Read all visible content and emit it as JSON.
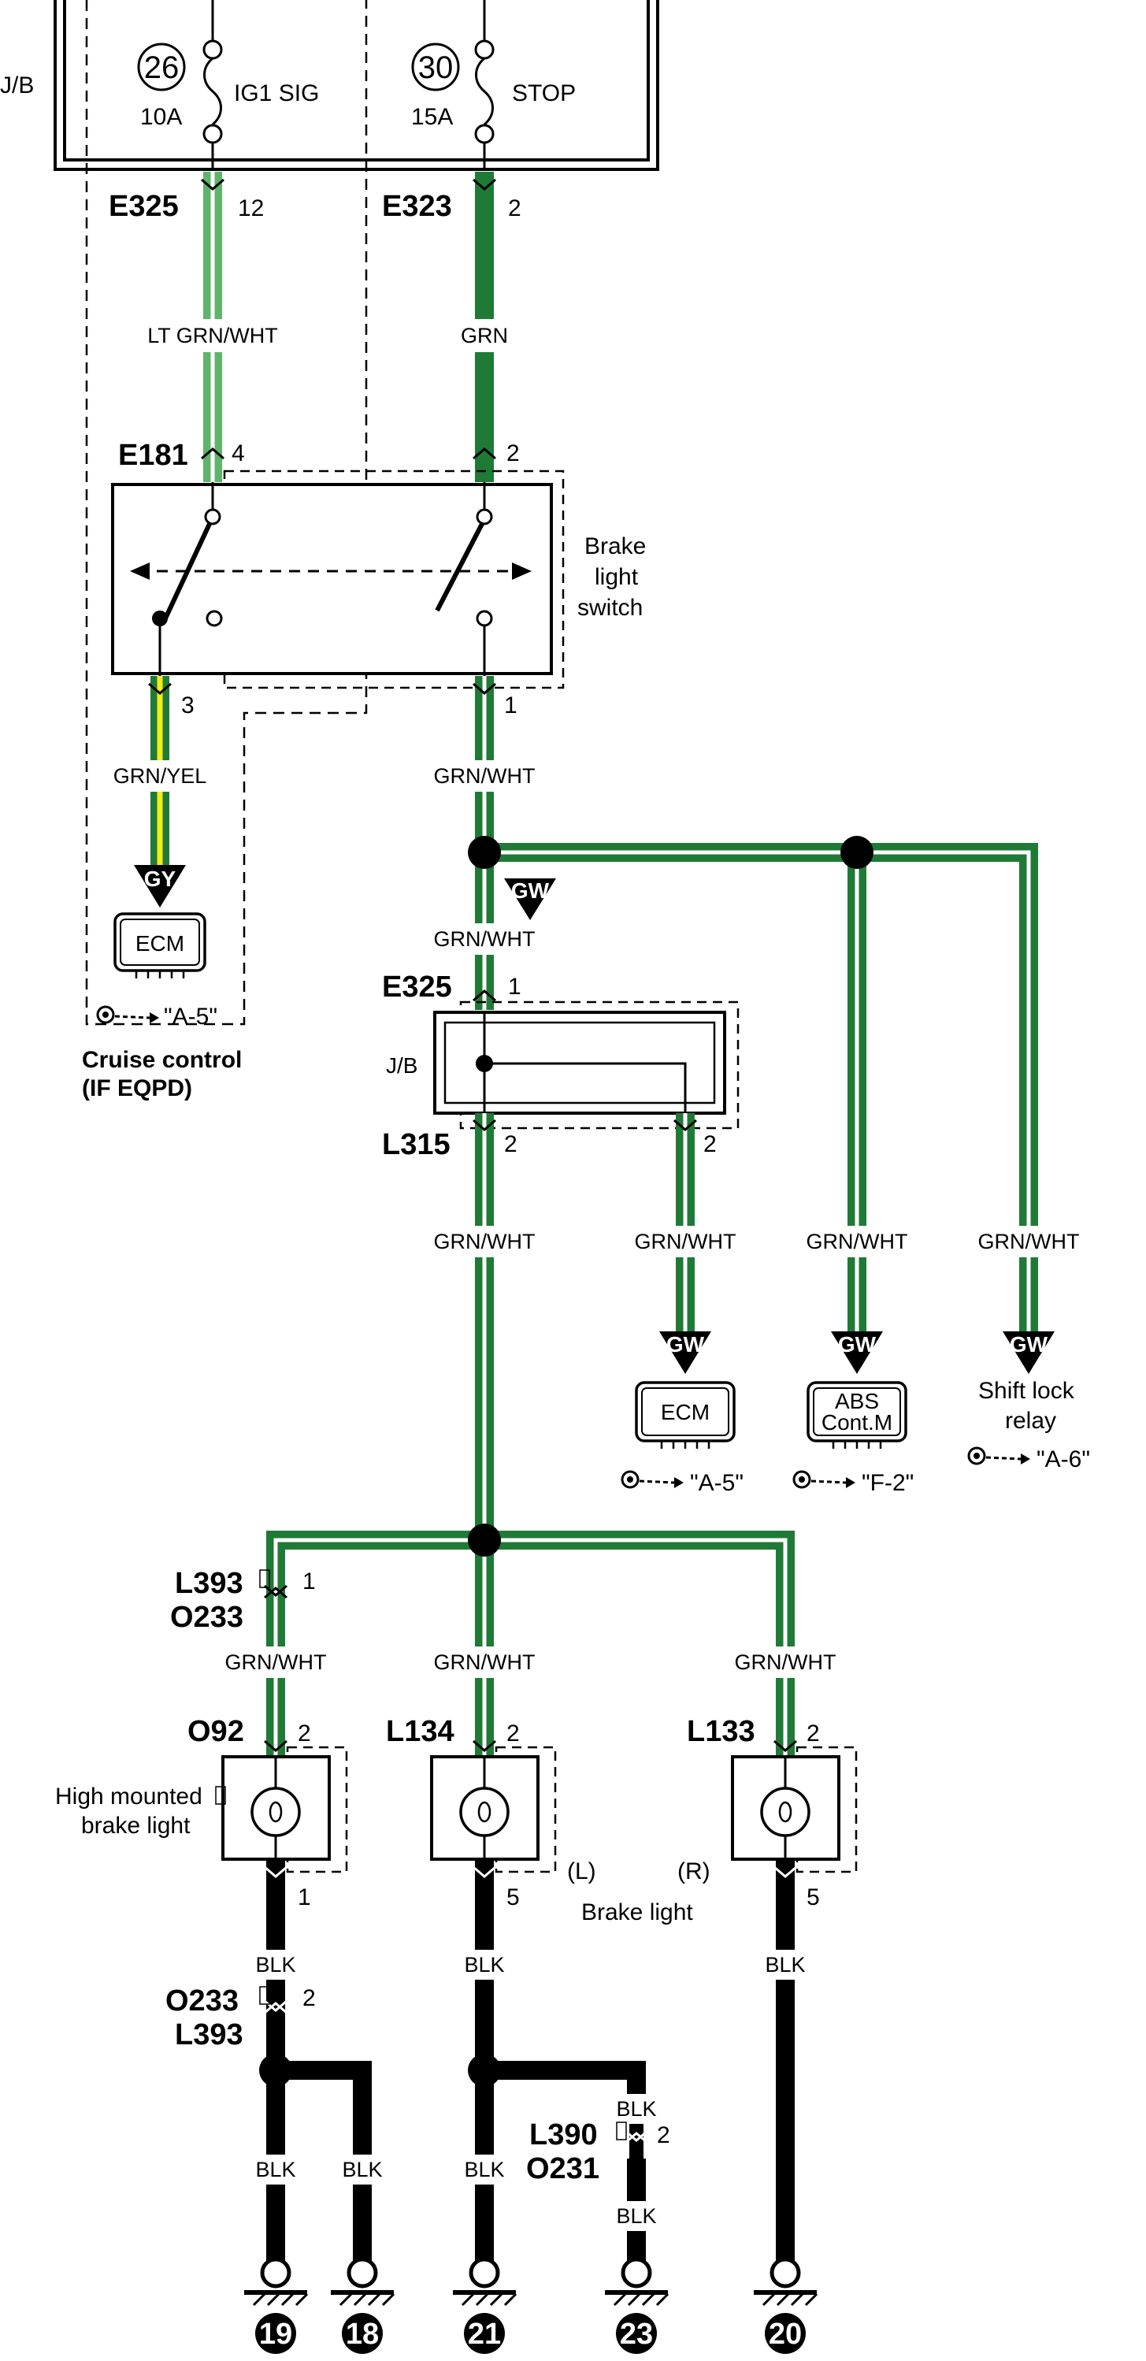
{
  "colors": {
    "wire_green": "#1f7a36",
    "wire_lt_green": "#5fb36a",
    "wire_yellow": "#f4ec18",
    "wire_black": "#000000",
    "background": "#ffffff"
  },
  "junction_block": {
    "label": "J/B"
  },
  "fuses": [
    {
      "number": "26",
      "rating": "10A",
      "name": "IG1 SIG"
    },
    {
      "number": "30",
      "rating": "15A",
      "name": "STOP"
    }
  ],
  "connectors": {
    "E325_top": {
      "id": "E325",
      "pin": "12"
    },
    "E323": {
      "id": "E323",
      "pin": "2"
    },
    "E181": {
      "id": "E181",
      "pin_left": "4",
      "pin_right": "2",
      "pin_bottom_left": "3",
      "pin_bottom_right": "1"
    },
    "E325_mid": {
      "id": "E325",
      "pin": "1"
    },
    "L315": {
      "id": "L315",
      "pin_left": "2",
      "pin_right": "2"
    },
    "L393_top": {
      "id": "L393",
      "pin": "1",
      "pair": "O233"
    },
    "O92": {
      "id": "O92",
      "pin_top": "2",
      "pin_bottom": "1"
    },
    "L134": {
      "id": "L134",
      "pin_top": "2",
      "pin_bottom": "5"
    },
    "L133": {
      "id": "L133",
      "pin_top": "2",
      "pin_bottom": "5"
    },
    "O233_bottom": {
      "id": "O233",
      "pin": "2",
      "pair": "L393"
    },
    "L390": {
      "id": "L390",
      "pin": "2",
      "pair": "O231"
    }
  },
  "wires": {
    "lt_grn_wht": "LT GRN/WHT",
    "grn": "GRN",
    "grn_yel": "GRN/YEL",
    "grn_wht": "GRN/WHT",
    "blk": "BLK"
  },
  "components": {
    "brake_light_switch": [
      "Brake",
      "light",
      "switch"
    ],
    "jb_inner": "J/B",
    "ecm": "ECM",
    "abs": [
      "ABS",
      "Cont.M"
    ],
    "shift_lock": [
      "Shift lock",
      "relay"
    ],
    "cruise": [
      "Cruise control",
      "(IF EQPD)"
    ],
    "high_mounted": [
      "High mounted",
      "brake light"
    ],
    "side_L": "(L)",
    "side_R": "(R)",
    "brake_light": "Brake light"
  },
  "wire_tags": {
    "gy": "GY",
    "gw": "GW"
  },
  "refs": {
    "cruise_ecm": "\"A-5\"",
    "ecm": "\"A-5\"",
    "abs": "\"F-2\"",
    "shift_lock": "\"A-6\""
  },
  "grounds": [
    "19",
    "18",
    "21",
    "23",
    "20"
  ]
}
